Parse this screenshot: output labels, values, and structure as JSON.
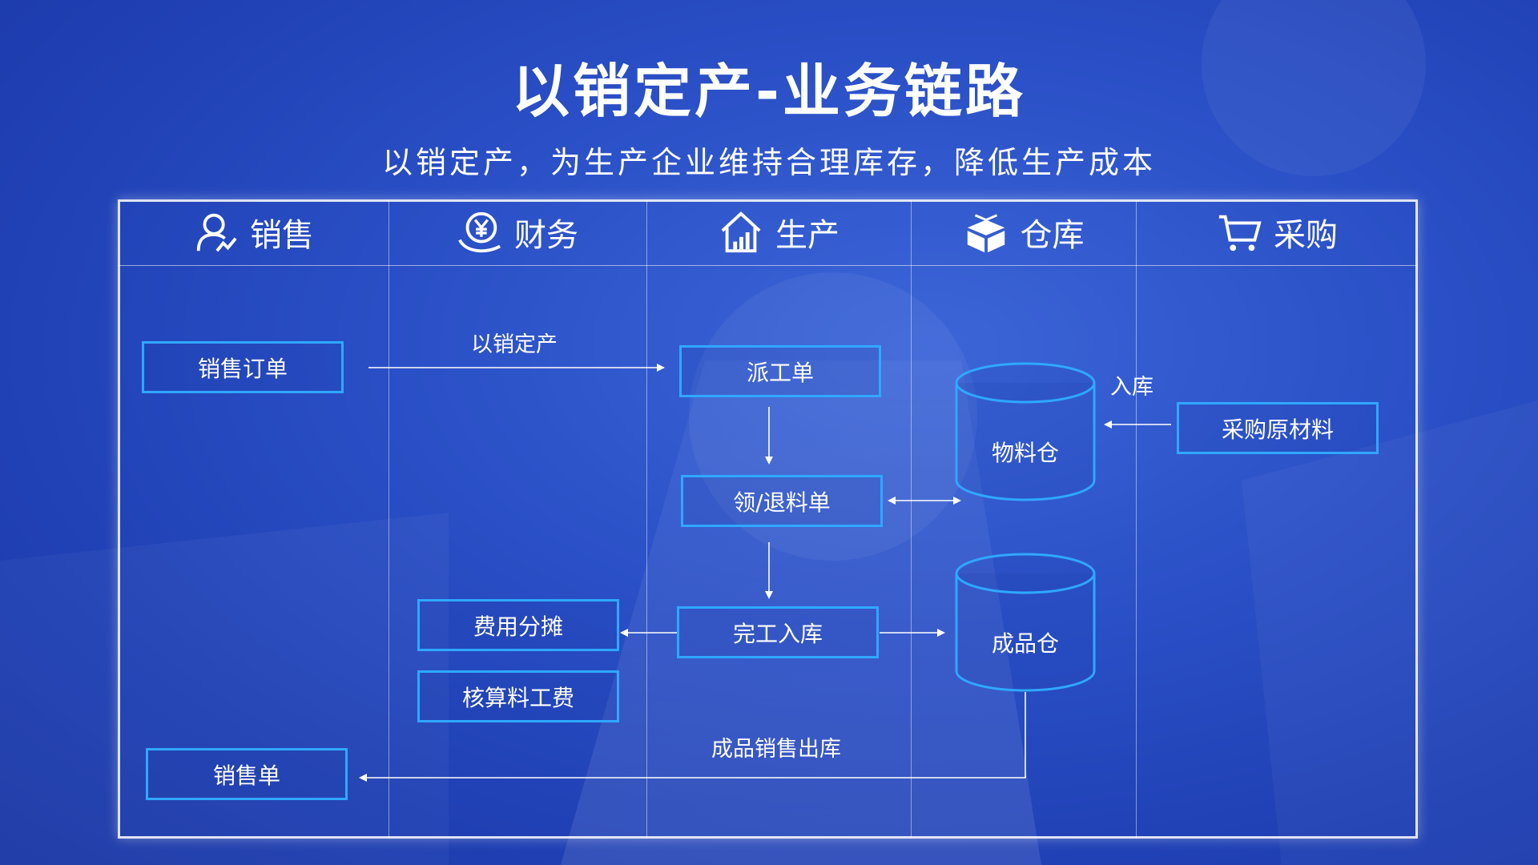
{
  "title": "以销定产-业务链路",
  "subtitle": "以销定产，为生产企业维持合理库存，降低生产成本",
  "lanes": [
    {
      "label": "销售",
      "icon": "sales-person-icon"
    },
    {
      "label": "财务",
      "icon": "yuan-hand-icon"
    },
    {
      "label": "生产",
      "icon": "factory-icon"
    },
    {
      "label": "仓库",
      "icon": "box-icon"
    },
    {
      "label": "采购",
      "icon": "shopping-cart-icon"
    }
  ],
  "boxes": {
    "sales_order": "销售订单",
    "dispatch_order": "派工单",
    "material_requisition": "领/退料单",
    "purchase_materials": "采购原材料",
    "cost_allocation": "费用分摊",
    "completion_storage": "完工入库",
    "cost_accounting": "核算料工费",
    "sales_slip": "销售单"
  },
  "warehouses": {
    "material": "物料仓",
    "finished": "成品仓"
  },
  "edge_labels": {
    "make_to_order": "以销定产",
    "inbound": "入库",
    "finished_sales_outbound": "成品销售出库"
  },
  "colors": {
    "accent": "#2fa8ff",
    "line": "#ffffff",
    "background": "#2a4fc6"
  }
}
